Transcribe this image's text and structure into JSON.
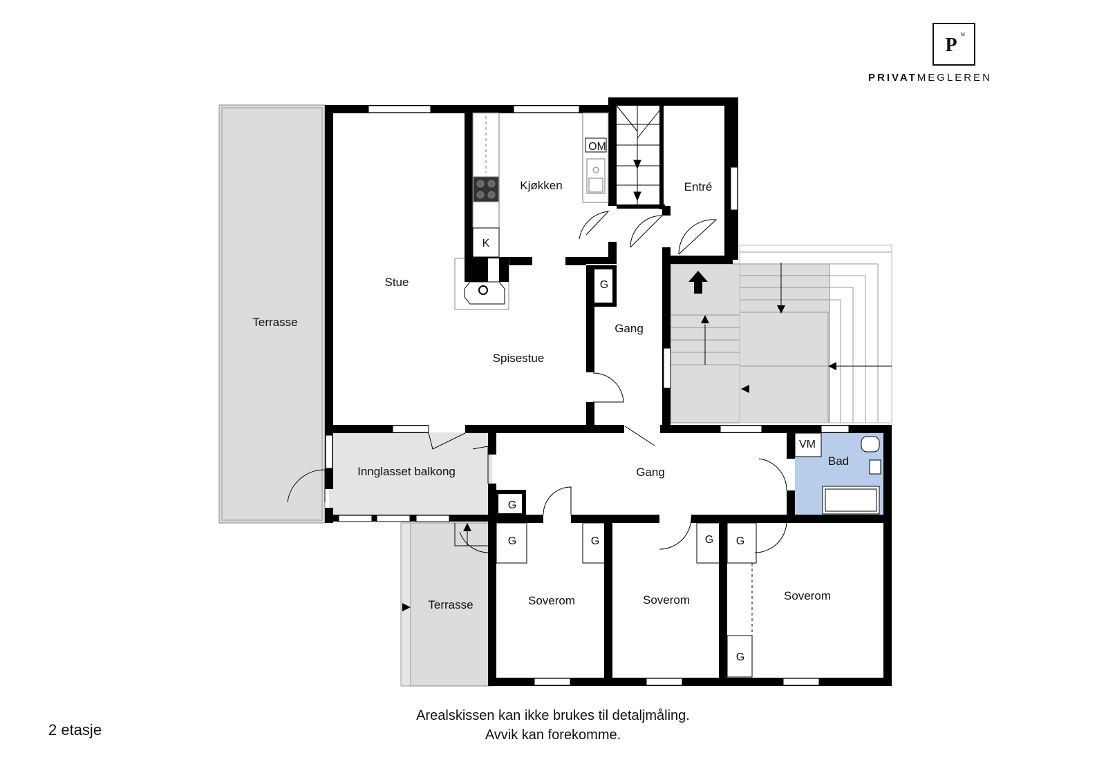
{
  "brand": {
    "logo_letter": "P",
    "logo_mark": "M",
    "name_bold": "PRIVAT",
    "name_light": "MEGLEREN"
  },
  "rooms": {
    "stue": "Stue",
    "kjokken": "Kjøkken",
    "entre": "Entré",
    "spisestue": "Spisestue",
    "gang_upper": "Gang",
    "gang_lower": "Gang",
    "terrasse_left": "Terrasse",
    "terrasse_bottom": "Terrasse",
    "balkong": "Innglasset balkong",
    "bad": "Bad",
    "soverom_1": "Soverom",
    "soverom_2": "Soverom",
    "soverom_3": "Soverom"
  },
  "fixtures": {
    "om": "OM",
    "k": "K",
    "vm": "VM",
    "g": "G"
  },
  "disclaimer": {
    "line1": "Arealskissen kan ikke brukes til detaljmåling.",
    "line2": "Avvik kan forekomme."
  },
  "floor": "2 etasje",
  "colors": {
    "wall": "#000000",
    "terrace": "#dcdcdc",
    "bathroom": "#b8cdea",
    "background": "#ffffff"
  }
}
